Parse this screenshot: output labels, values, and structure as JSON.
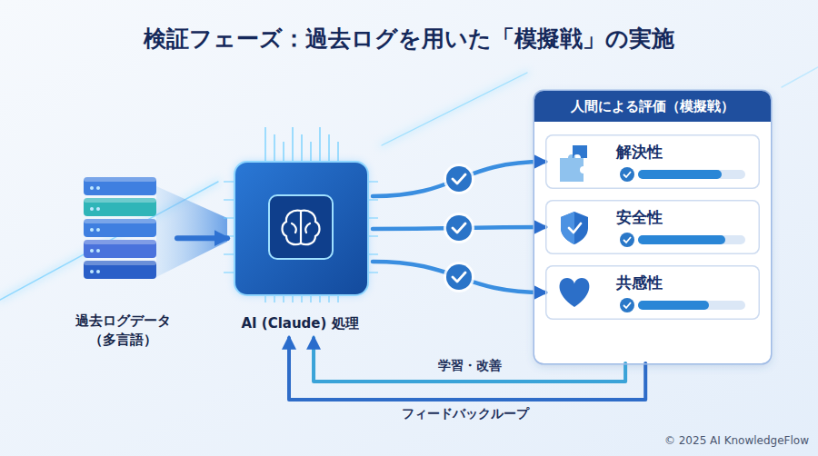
{
  "diagram": {
    "title": "検証フェーズ：過去ログを用いた「模擬戦」の実施",
    "nodes": [
      {
        "text": [
          "過去ログデータ （多言語）"
        ]
      },
      {
        "text": [
          "AI (Claude) 処理"
        ]
      },
      {
        "text": [
          "人間による評価（模擬戦）"
        ]
      },
      {
        "text": [
          "解決性"
        ],
        "in": 2
      },
      {
        "text": [
          "安全性"
        ],
        "in": 2
      },
      {
        "text": [
          "共感性"
        ],
        "in": 2
      }
    ],
    "edges": [
      {
        "from": 0,
        "to": 1,
        "arrow": "to"
      },
      {
        "from": 1,
        "to": 3,
        "arrow": "to"
      },
      {
        "from": 1,
        "to": 4,
        "arrow": "to"
      },
      {
        "from": 1,
        "to": 5,
        "arrow": "to"
      },
      {
        "from": 2,
        "to": 1,
        "arrow": "to",
        "label": "学習・改善"
      },
      {
        "from": 2,
        "to": 1,
        "arrow": "to",
        "label": "フィードバックループ"
      }
    ],
    "labels": [
      "© 2025 AI KnowledgeFlow"
    ]
  }
}
